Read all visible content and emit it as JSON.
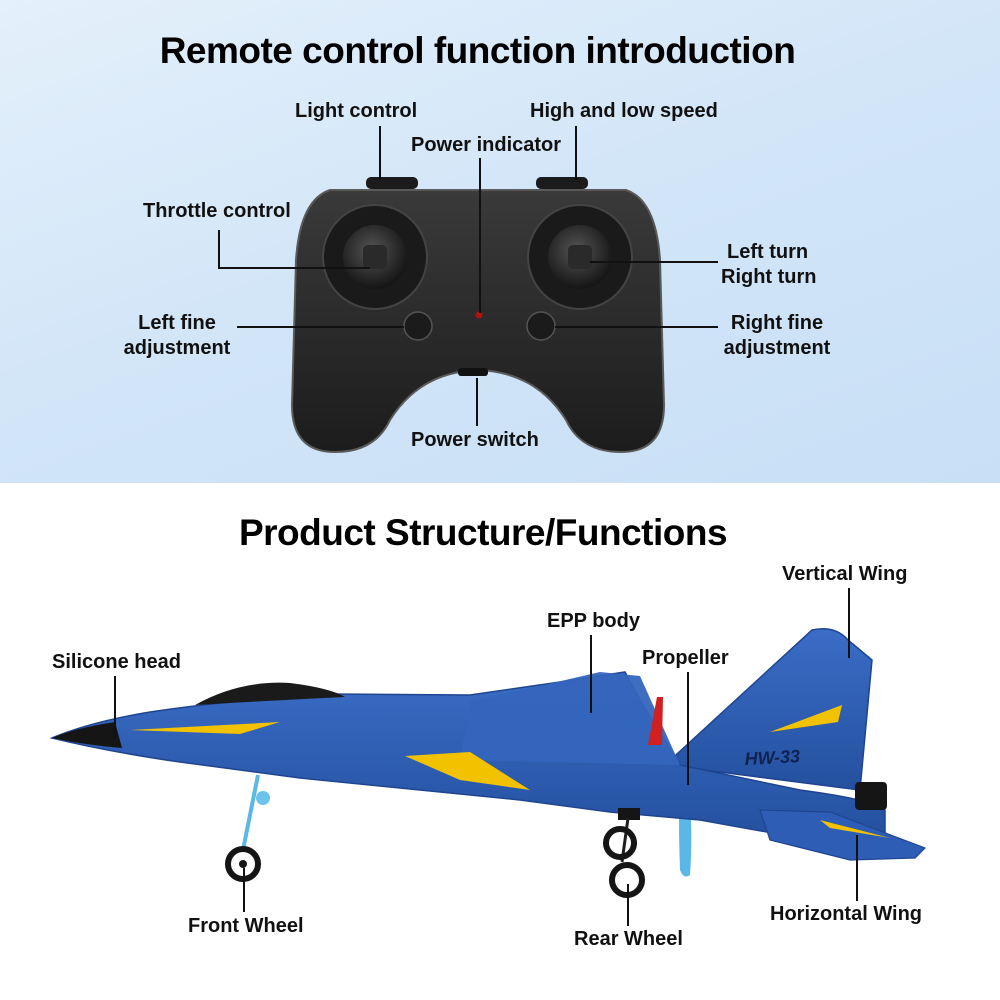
{
  "remote_section": {
    "title": "Remote control function introduction",
    "labels": {
      "light_control": "Light control",
      "high_low_speed": "High and low speed",
      "power_indicator": "Power indicator",
      "throttle_control": "Throttle control",
      "left_turn": "Left turn",
      "right_turn": "Right turn",
      "left_fine_line1": "Left fine",
      "left_fine_line2": "adjustment",
      "right_fine_line1": "Right fine",
      "right_fine_line2": "adjustment",
      "power_switch": "Power switch"
    }
  },
  "product_section": {
    "title": "Product Structure/Functions",
    "labels": {
      "vertical_wing": "Vertical Wing",
      "epp_body": "EPP body",
      "silicone_head": "Silicone head",
      "propeller": "Propeller",
      "front_wheel": "Front Wheel",
      "rear_wheel": "Rear Wheel",
      "horizontal_wing": "Horizontal Wing"
    },
    "plane_marking": "HW-33"
  },
  "colors": {
    "plane_body": "#2f5fb8",
    "plane_stripe": "#f2c200",
    "controller": "#2b2b2b",
    "background_top": "#d3e6f8"
  }
}
